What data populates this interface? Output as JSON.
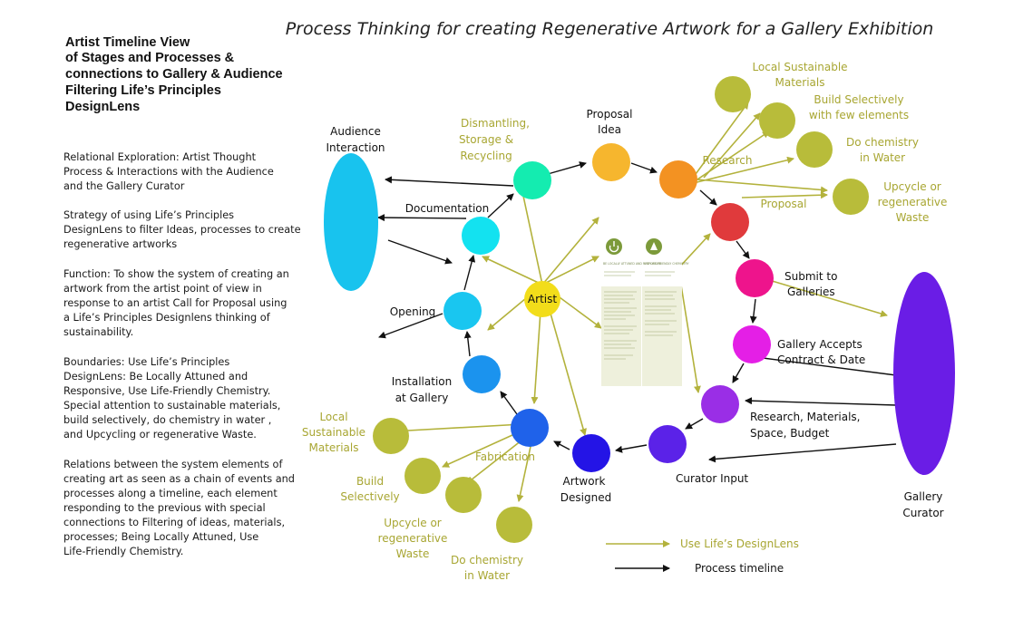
{
  "title": "Process Thinking for creating Regenerative Artwork for a Gallery Exhibition",
  "side_title": [
    "Artist Timeline View",
    "of Stages and Processes &",
    "connections to Gallery & Audience",
    "Filtering Life’s Principles",
    "DesignLens"
  ],
  "paragraphs": [
    [
      "Relational Exploration: Artist Thought",
      "Process & Interactions with the Audience",
      "and the Gallery Curator"
    ],
    [
      "Strategy of using Life’s Principles",
      "DesignLens to filter Ideas, processes to create",
      "regenerative artworks"
    ],
    [
      "Function: To show the system of creating an",
      "artwork from the artist point of view in",
      "response to an artist Call for Proposal using",
      "a Life’s Principles Designlens thinking of",
      "sustainability."
    ],
    [
      "Boundaries: Use Life’s Principles",
      "DesignLens: Be Locally Attuned and",
      "Responsive, Use Life-Friendly Chemistry.",
      "Special attention to sustainable materials,",
      "build selectively, do chemistry in water ,",
      "and Upcycling or regenerative Waste."
    ],
    [
      "Relations between the system elements of",
      "creating art as seen as a chain of events and",
      "processes along a timeline, each element",
      "responding to the previous with special",
      "connections to Filtering of ideas, materials,",
      "processes; Being Locally Attuned, Use",
      "Life-Friendly Chemistry."
    ]
  ],
  "actors": {
    "audience": [
      "Audience",
      "Interaction"
    ],
    "curator": [
      "Gallery",
      "Curator"
    ]
  },
  "center_node": "Artist",
  "stages": {
    "proposal_idea": [
      "Proposal",
      "Idea"
    ],
    "research": "Research",
    "proposal": "Proposal",
    "submit": [
      "Submit to",
      "Galleries"
    ],
    "accepts": [
      "Gallery Accepts",
      "Contract & Date"
    ],
    "research_materials": [
      "Research, Materials,",
      "Space, Budget"
    ],
    "curator_input": "Curator Input",
    "artwork_designed": [
      "Artwork",
      "Designed"
    ],
    "fabrication": "Fabrication",
    "installation": [
      "Installation",
      "at Gallery"
    ],
    "opening": "Opening",
    "documentation": "Documentation",
    "dismantling": [
      "Dismantling,",
      "Storage &",
      "Recycling"
    ]
  },
  "principles_top": [
    [
      "Local Sustainable",
      "Materials"
    ],
    [
      "Build Selectively",
      "with few elements"
    ],
    [
      "Do chemistry",
      "in Water"
    ],
    [
      "Upcycle or",
      "regenerative",
      "Waste"
    ]
  ],
  "principles_bottom": [
    [
      "Local",
      "Sustainable",
      "Materials"
    ],
    [
      "Build",
      "Selectively"
    ],
    [
      "Upcycle  or",
      "regenerative",
      "Waste"
    ],
    [
      "Do chemistry",
      "in Water"
    ]
  ],
  "card": {
    "col1_head": "BE LOCALLY ATTUNED AND RESPONSIVE",
    "col2_head": "USE LIFE-FRIENDLY CHEMISTRY"
  },
  "legend": {
    "lens": "Use Life’s DesignLens",
    "timeline": "Process timeline"
  },
  "colors": {
    "olive": "#a8a632",
    "olive_node": "#b8bc3a",
    "audience": "#18c3ee",
    "curator": "#6a1de6",
    "artist": "#f2dd1a"
  }
}
